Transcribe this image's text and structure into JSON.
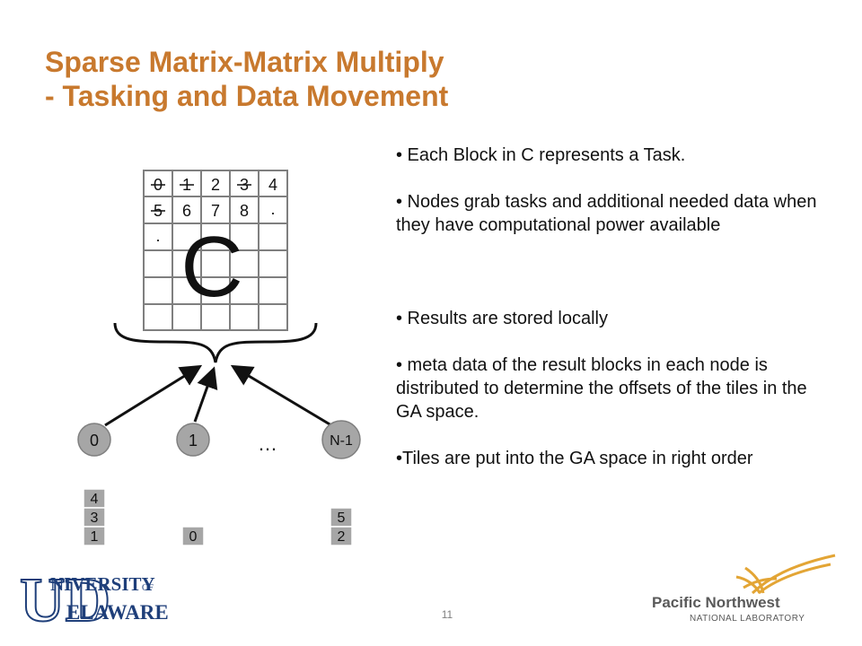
{
  "slide": {
    "title_line1": "Sparse Matrix-Matrix Multiply",
    "title_line2": "- Tasking and Data Movement",
    "page_number": "11",
    "colors": {
      "title": "#c8792e",
      "node_fill": "#a6a6a6",
      "grid": "#7f7f7f"
    }
  },
  "bullets": [
    "• Each Block in C represents a Task.",
    "• Nodes grab tasks and additional needed data when they have computational power available",
    "• Results are stored locally",
    "•  meta data of the result blocks in each node is distributed to determine the offsets of the tiles in the GA space.",
    "•Tiles are put into the GA space in right order"
  ],
  "matrix": {
    "label": "C",
    "rows": [
      [
        "0",
        "1",
        "2",
        "3",
        "4"
      ],
      [
        "5",
        "6",
        "7",
        "8",
        "."
      ],
      [
        ".",
        "",
        "",
        "",
        ""
      ],
      [
        "",
        "",
        "",
        "",
        ""
      ],
      [
        "",
        "",
        "",
        "",
        ""
      ]
    ],
    "struck": [
      "0",
      "1",
      "3",
      "5"
    ]
  },
  "nodes": [
    {
      "label": "0",
      "stack": [
        "4",
        "3",
        "1"
      ]
    },
    {
      "label": "1",
      "stack": [
        "0"
      ]
    },
    {
      "label": "N-1",
      "stack": [
        "5",
        "2"
      ]
    }
  ],
  "ellipsis": "…",
  "logos": {
    "ud": {
      "line1": "NIVERSITY",
      "of": "OF",
      "line2": "ELAWARE",
      "letters": "UD"
    },
    "pnnl": {
      "line1": "Pacific Northwest",
      "line2": "NATIONAL LABORATORY"
    }
  }
}
